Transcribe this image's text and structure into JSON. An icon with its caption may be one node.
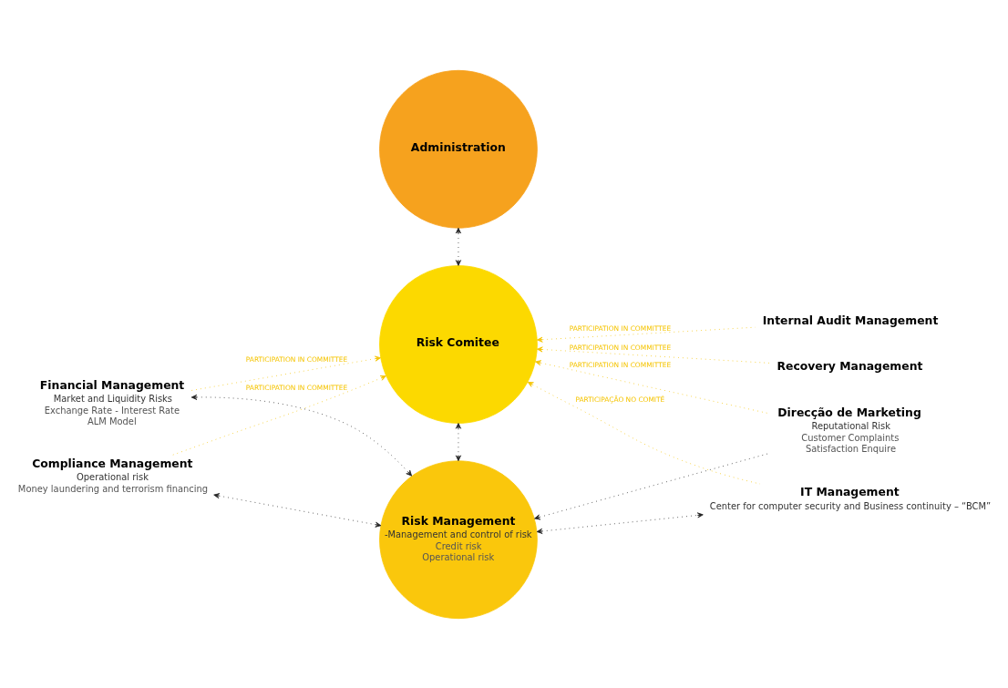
{
  "diagram": {
    "nodes": [
      {
        "text": [
          "Administration"
        ]
      },
      {
        "text": [
          "Risk Comitee"
        ]
      },
      {
        "text": [
          "Risk Management",
          "-Management and control of risk",
          "Credit risk",
          "Operational risk"
        ]
      },
      {
        "text": [
          "Financial Management",
          "Market and Liquidity Risks",
          "Exchange Rate - Interest Rate",
          "ALM Model"
        ]
      },
      {
        "text": [
          "Compliance Management",
          "Operational risk",
          "Money laundering and terrorism financing"
        ]
      },
      {
        "text": [
          "Internal Audit Management"
        ]
      },
      {
        "text": [
          "Direcção de Marketing",
          "Reputational Risk",
          "Customer Complaints",
          "Satisfaction Enquire"
        ]
      },
      {
        "text": [
          "Recovery Management"
        ]
      },
      {
        "text": [
          "IT Management",
          "Center for computer security and Business continuity – “BCM”"
        ]
      }
    ],
    "edges": [
      {
        "from": 0,
        "to": 1,
        "arrow": "both",
        "style": "dashed"
      },
      {
        "from": 1,
        "to": 2,
        "arrow": "both",
        "style": "dashed"
      },
      {
        "from": 3,
        "to": 1,
        "arrow": "to",
        "style": "dashed",
        "color": "#f5c400",
        "label": "PARTICIPATION IN COMMITTEE"
      },
      {
        "from": 4,
        "to": 1,
        "arrow": "to",
        "style": "dashed",
        "color": "#f5c400",
        "label": "PARTICIPATION IN COMMITTEE"
      },
      {
        "from": 5,
        "to": 1,
        "arrow": "to",
        "style": "dashed",
        "color": "#f5c400",
        "label": "PARTICIPATION IN COMMITTEE"
      },
      {
        "from": 6,
        "to": 1,
        "arrow": "to",
        "style": "dashed",
        "color": "#f5c400",
        "label": "PARTICIPATION IN COMMITTEE"
      },
      {
        "from": 7,
        "to": 1,
        "arrow": "to",
        "style": "dashed",
        "color": "#f5c400",
        "label": "PARTICIPATION IN COMMITTEE"
      },
      {
        "from": 8,
        "to": 1,
        "arrow": "to",
        "style": "dashed",
        "color": "#f5c400",
        "label": "PARTICIPAÇÃO NO COMITÉ"
      },
      {
        "from": 2,
        "to": 3,
        "arrow": "both",
        "style": "dashed"
      },
      {
        "from": 2,
        "to": 4,
        "arrow": "both",
        "style": "dashed"
      },
      {
        "from": 6,
        "to": 2,
        "arrow": "to",
        "style": "dashed"
      },
      {
        "from": 2,
        "to": 8,
        "arrow": "both",
        "style": "dashed"
      }
    ]
  }
}
